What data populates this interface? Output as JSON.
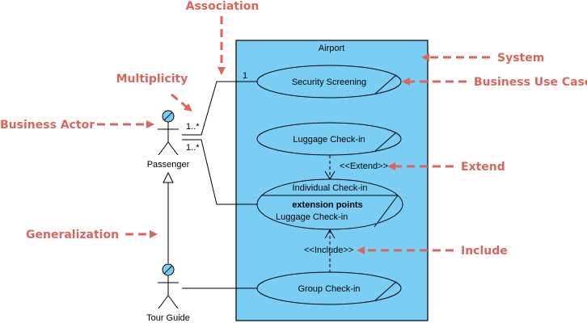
{
  "colors": {
    "system_fill": "#7acef4",
    "annotation": "#d9655d",
    "line": "#000000"
  },
  "system": {
    "name": "Airport"
  },
  "actors": [
    {
      "id": "passenger",
      "name": "Passenger",
      "icon": "business-actor-icon"
    },
    {
      "id": "tour_guide",
      "name": "Tour Guide",
      "icon": "business-actor-icon"
    }
  ],
  "use_cases": [
    {
      "id": "security",
      "name": "Security Screening",
      "kind": "business-use-case"
    },
    {
      "id": "luggage",
      "name": "Luggage Check-in",
      "kind": "business-use-case"
    },
    {
      "id": "individual",
      "name": "Individual Check-in",
      "kind": "business-use-case",
      "extension_points_header": "extension points",
      "extension_points": [
        "Luggage Check-in"
      ]
    },
    {
      "id": "group",
      "name": "Group Check-in",
      "kind": "business-use-case"
    }
  ],
  "relationships": {
    "assoc_passenger_security": {
      "source_mult": "1..*",
      "target_mult": "1"
    },
    "assoc_passenger_individual": {
      "source_mult": "1..*"
    },
    "assoc_tourguide_group": {},
    "extend": {
      "label": "<<Extend>>",
      "from": "Luggage Check-in",
      "to": "Individual Check-in"
    },
    "include": {
      "label": "<<Include>>",
      "from": "Group Check-in",
      "to": "Individual Check-in"
    },
    "generalization": {
      "child": "Tour Guide",
      "parent": "Passenger"
    }
  },
  "annotations": {
    "association": "Association",
    "multiplicity": "Multiplicity",
    "business_actor": "Business Actor",
    "generalization": "Generalization",
    "system": "System",
    "business_use_case": "Business Use Case",
    "extend": "Extend",
    "include": "Include"
  }
}
